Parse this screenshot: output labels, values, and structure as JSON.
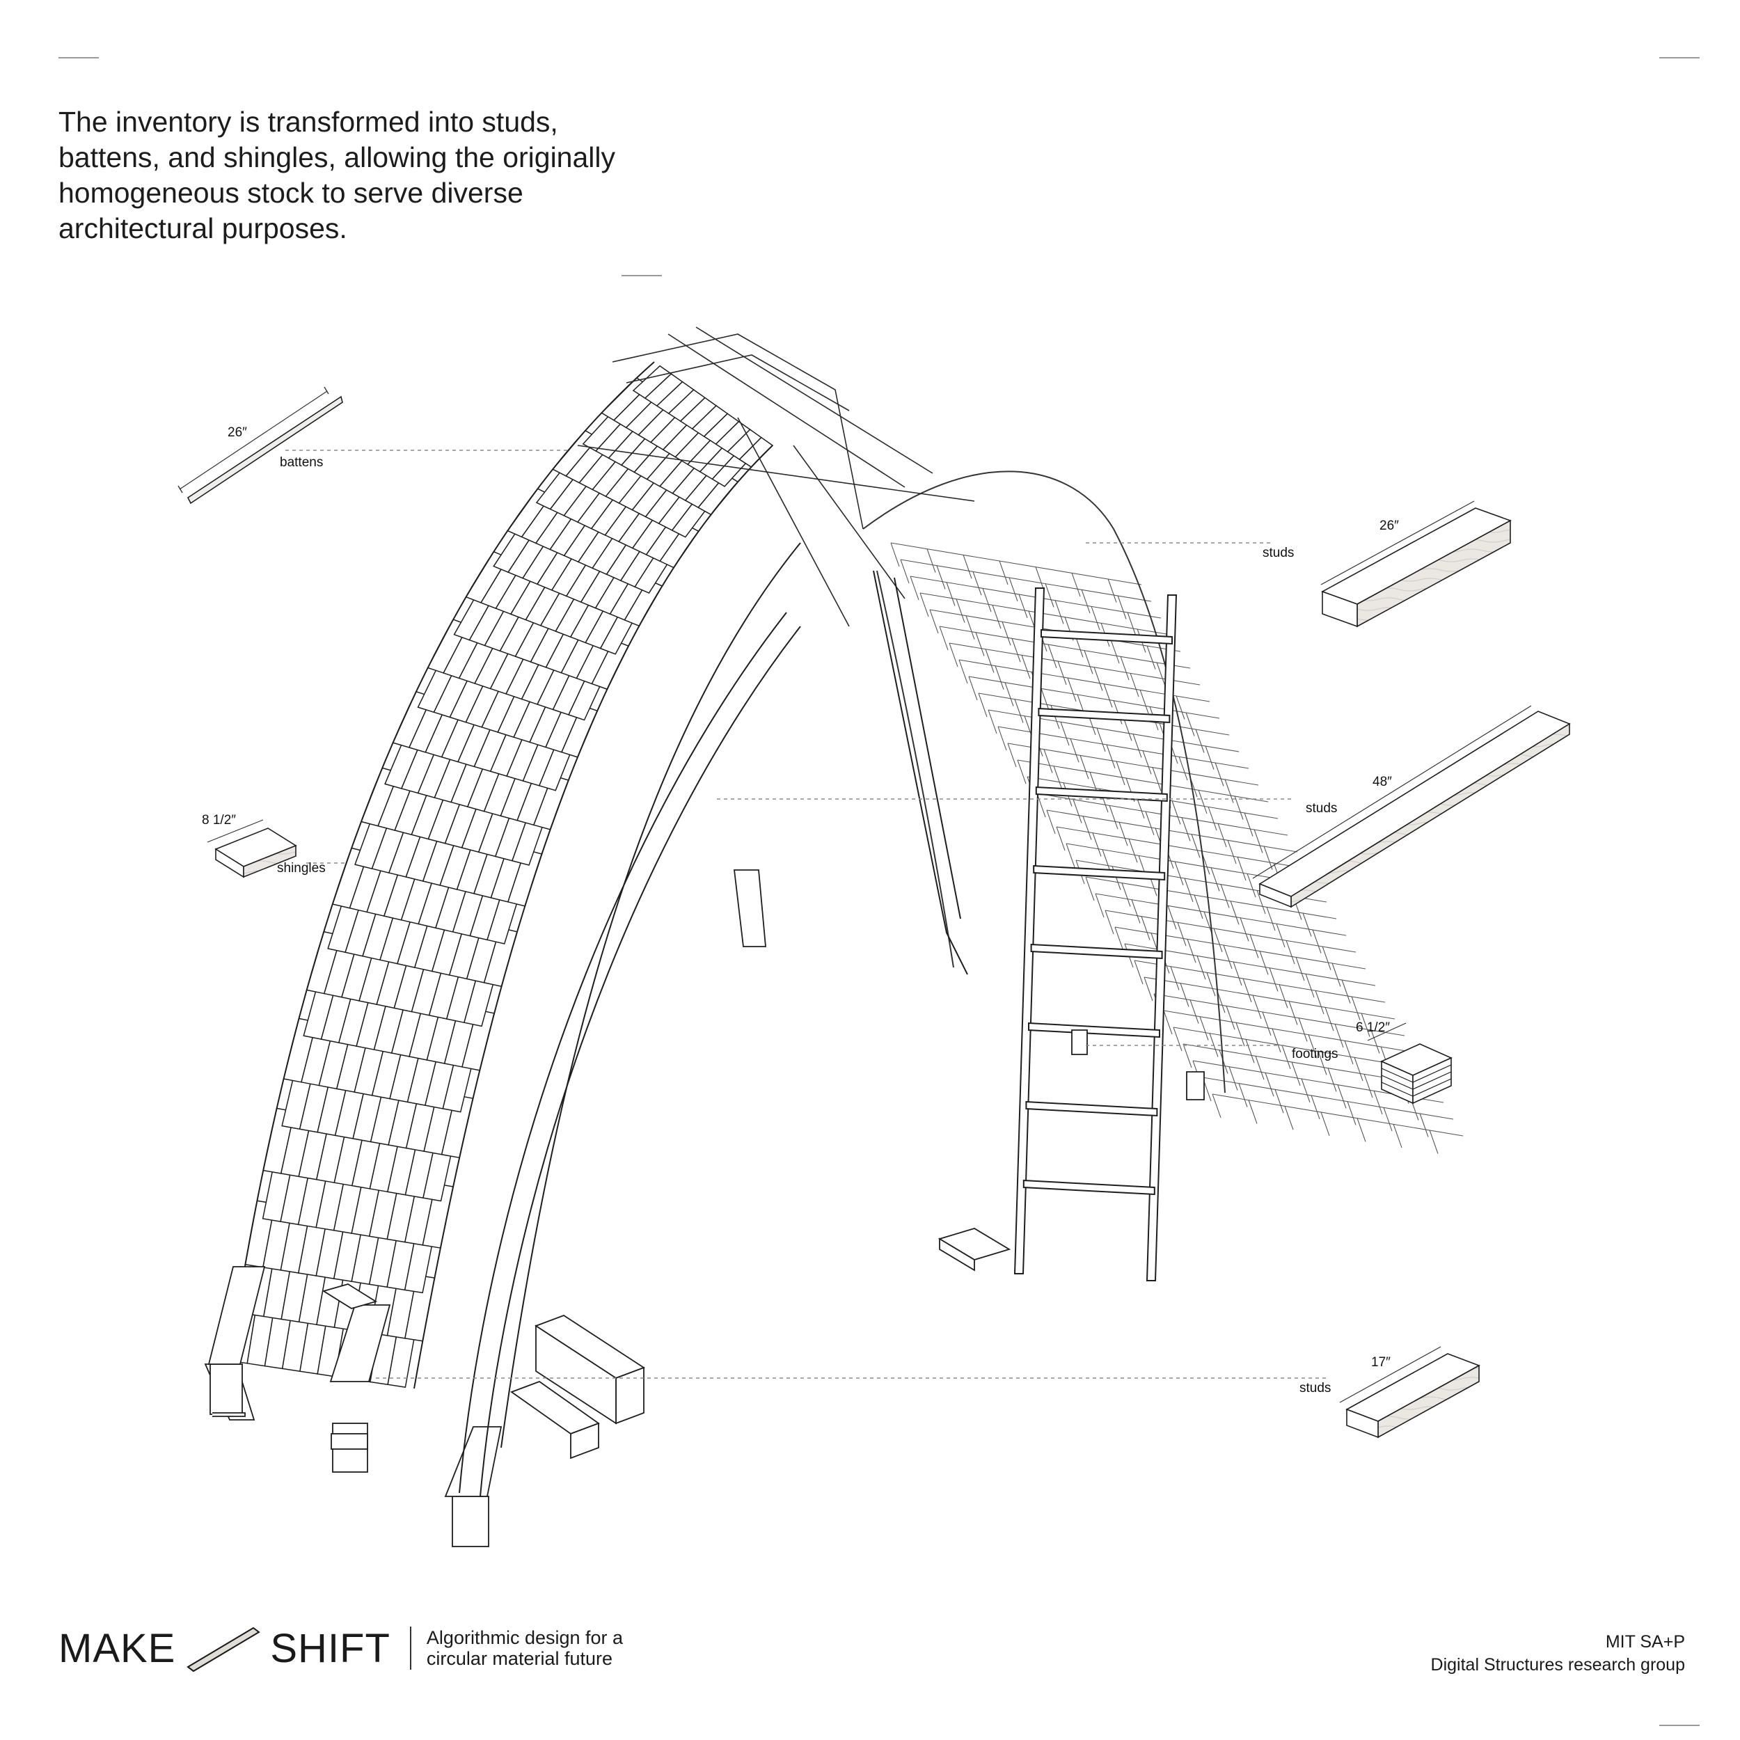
{
  "intro": {
    "line1": "The inventory is transformed into studs,",
    "line2": "battens, and shingles, allowing the originally",
    "line3": "homogeneous stock to serve diverse",
    "line4": "architectural purposes."
  },
  "callouts": {
    "battens": {
      "dimension": "26″",
      "label": "battens"
    },
    "shingles": {
      "dimension": "8 1/2″",
      "label": "shingles"
    },
    "studs_top": {
      "dimension": "26″",
      "label": "studs"
    },
    "studs_middle": {
      "dimension": "48″",
      "label": "studs"
    },
    "footings": {
      "dimension": "6 1/2″",
      "label": "footings"
    },
    "studs_bottom": {
      "dimension": "17″",
      "label": "studs"
    }
  },
  "footer": {
    "brand_left": "MAKE",
    "brand_right": "SHIFT",
    "brand_mark_icon": "diagonal-stud-icon",
    "tagline_line1": "Algorithmic design for a",
    "tagline_line2": "circular material future",
    "credit_line1": "MIT SA+P",
    "credit_line2": "Digital Structures research group"
  },
  "colors": {
    "ink": "#1a1a1a",
    "rule": "#9a9a9a",
    "wood_fill": "#e9e6e1"
  }
}
